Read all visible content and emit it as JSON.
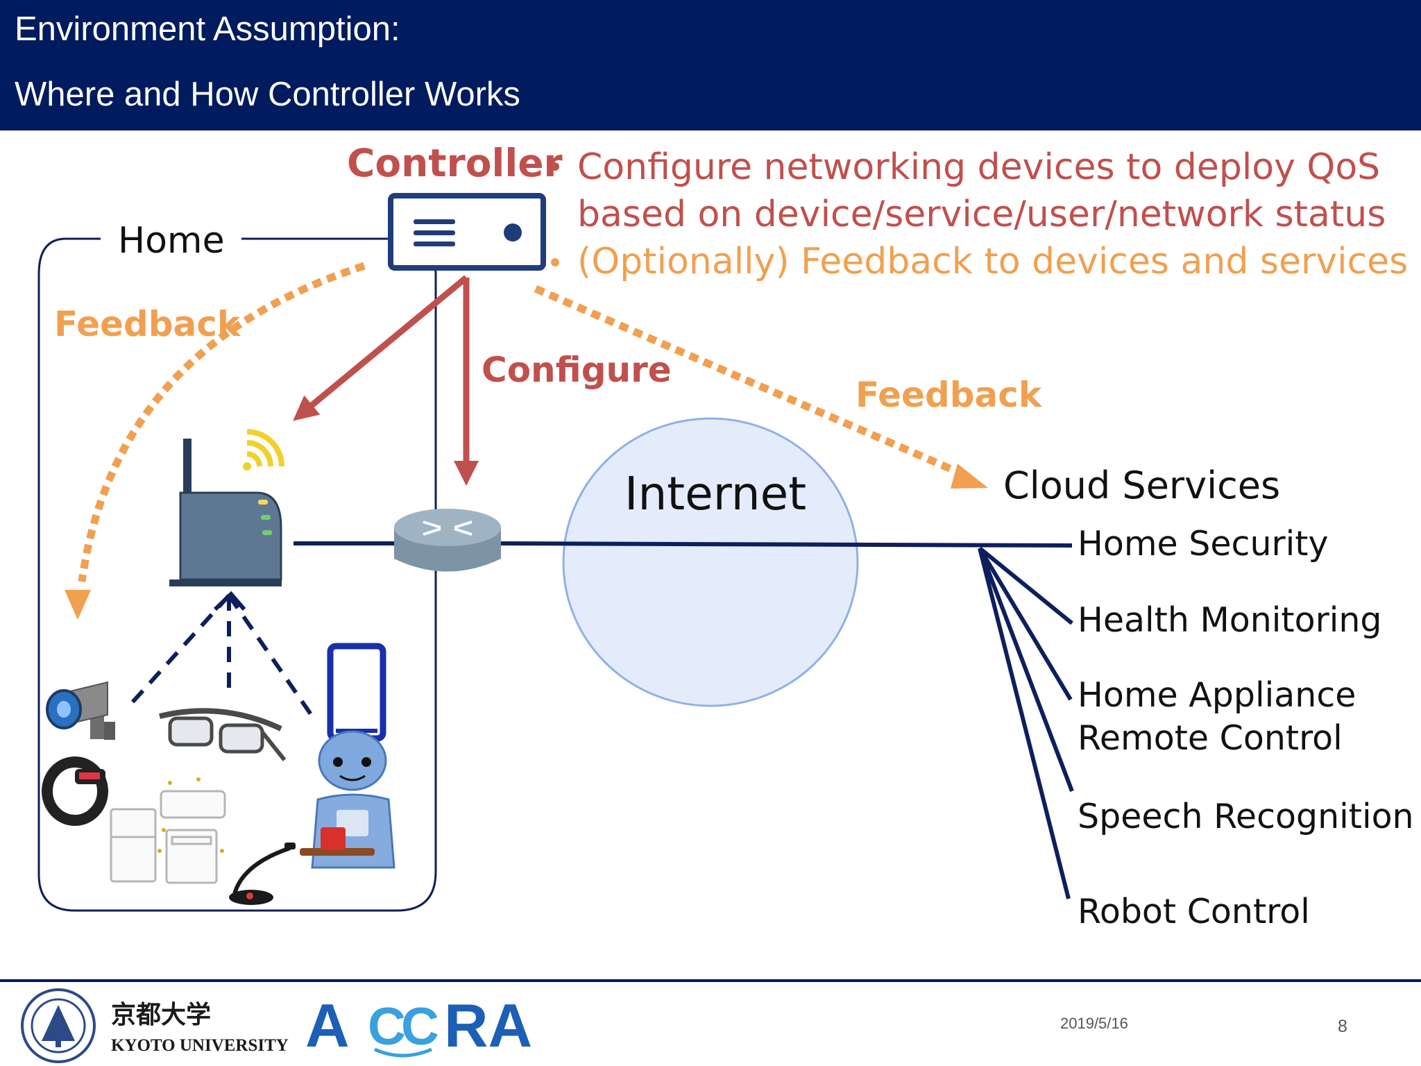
{
  "header": {
    "title_line1": "Environment Assumption:",
    "title_line2": "Where and How Controller Works"
  },
  "diagram": {
    "controller_label": "Controller",
    "bullets": [
      {
        "line1": "Configure networking devices to deploy QoS",
        "line2": "based on device/service/user/network status"
      },
      {
        "line1": "(Optionally) Feedback to devices and services"
      }
    ],
    "home_label": "Home",
    "feedback_left": "Feedback",
    "feedback_right": "Feedback",
    "configure_label": "Configure",
    "internet_label": "Internet",
    "cloud_label": "Cloud Services",
    "services": [
      {
        "line1": "Home Security"
      },
      {
        "line1": "Health Monitoring"
      },
      {
        "line1": "Home Appliance",
        "line2": "Remote Control"
      },
      {
        "line1": "Speech Recognition"
      },
      {
        "line1": "Robot Control"
      }
    ]
  },
  "footer": {
    "univ_kanji": "京都大学",
    "univ_name": "KYOTO UNIVERSITY",
    "logo_letters": [
      "A",
      "C",
      "C",
      "RA"
    ],
    "date": "2019/5/16",
    "page": "8"
  },
  "colors": {
    "header_bg": "#001b5e",
    "controller_red": "#c0504d",
    "feedback_orange": "#f0a050",
    "navy": "#0d1f5c",
    "internet_fill": "#e4ecfb",
    "internet_stroke": "#8fb0e8"
  },
  "icons": [
    "controller-server-icon",
    "wifi-router-icon",
    "network-router-icon",
    "security-camera-icon",
    "smart-glasses-icon",
    "smartphone-icon",
    "fitness-band-icon",
    "home-appliances-icon",
    "microphone-icon",
    "robot-icon",
    "kyoto-university-seal-icon"
  ]
}
